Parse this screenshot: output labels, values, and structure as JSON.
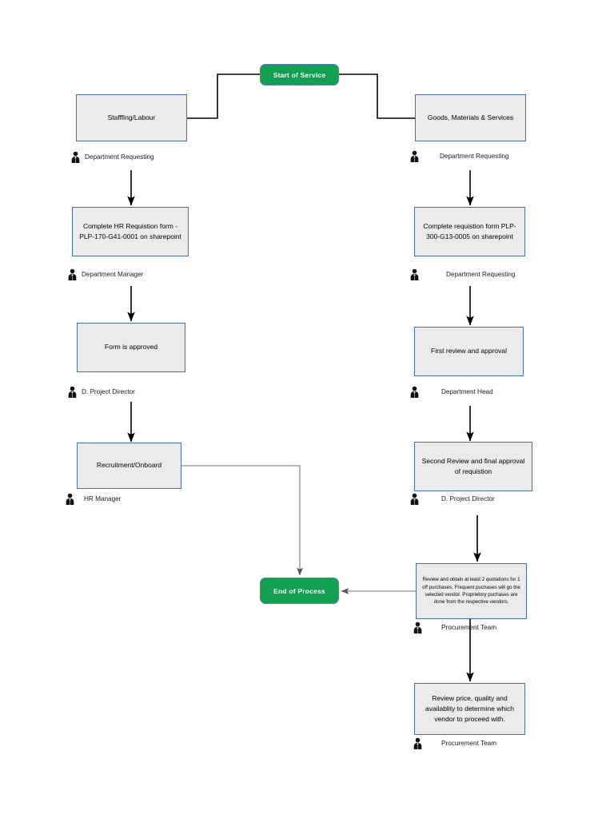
{
  "diagram": {
    "title": "Procurement and Staffing Request Process Flowchart",
    "colors": {
      "terminal_fill": "#10a04f",
      "terminal_text": "#ffffff",
      "process_fill": "#ebebeb",
      "process_border": "#4a6fa8",
      "connector_dark": "#000000",
      "connector_gray": "#8c8c8c",
      "background": "#ffffff"
    },
    "nodes": [
      {
        "id": "start",
        "type": "terminal",
        "label": "Start  of Service"
      },
      {
        "id": "staffing",
        "type": "process",
        "label": "Stafffing/Labour"
      },
      {
        "id": "goods",
        "type": "process",
        "label": "Goods, Materials & Services"
      },
      {
        "id": "hr_form",
        "type": "process",
        "label": "Complete HR Requistion form - PLP-170-G41-0001 on sharepoint"
      },
      {
        "id": "req_form",
        "type": "process",
        "label": "Complete requistion form PLP-300-G13-0005 on sharepoint"
      },
      {
        "id": "form_appr",
        "type": "process",
        "label": "Form is approved"
      },
      {
        "id": "first_review",
        "type": "process",
        "label": "First review and approval"
      },
      {
        "id": "recruit",
        "type": "process",
        "label": "Recruitment/Onboard"
      },
      {
        "id": "second_review",
        "type": "process",
        "label": "Second Review and final approval of requistion"
      },
      {
        "id": "quotations",
        "type": "process",
        "label": "Review and obtain at least 2 quotations for 1 off purchases. Frequent puchases will go the selected vendor.  Proprietory puchases are done from the respective vendors."
      },
      {
        "id": "review_price",
        "type": "process",
        "label": "Review price, quality and availablity to determine which vendor to proceed with."
      },
      {
        "id": "end",
        "type": "terminal",
        "label": "End of Process"
      }
    ],
    "roles": [
      {
        "id": "role_staffing",
        "icon": "person-icon",
        "label": "Department Requesting"
      },
      {
        "id": "role_goods",
        "icon": "person-icon",
        "label": "Department Requesting"
      },
      {
        "id": "role_hr_form",
        "icon": "person-icon",
        "label": "Department Manager"
      },
      {
        "id": "role_req_form",
        "icon": "person-icon",
        "label": "Department Requesting"
      },
      {
        "id": "role_form_appr",
        "icon": "person-icon",
        "label": "D. Project Director"
      },
      {
        "id": "role_first_review",
        "icon": "person-icon",
        "label": "Department Head"
      },
      {
        "id": "role_recruit",
        "icon": "person-icon",
        "label": "HR Manager"
      },
      {
        "id": "role_second_review",
        "icon": "person-icon",
        "label": "D. Project Director"
      },
      {
        "id": "role_quotations",
        "icon": "person-icon",
        "label": "Procurement Team"
      },
      {
        "id": "role_review_price",
        "icon": "person-icon",
        "label": "Procurement Team"
      }
    ]
  }
}
